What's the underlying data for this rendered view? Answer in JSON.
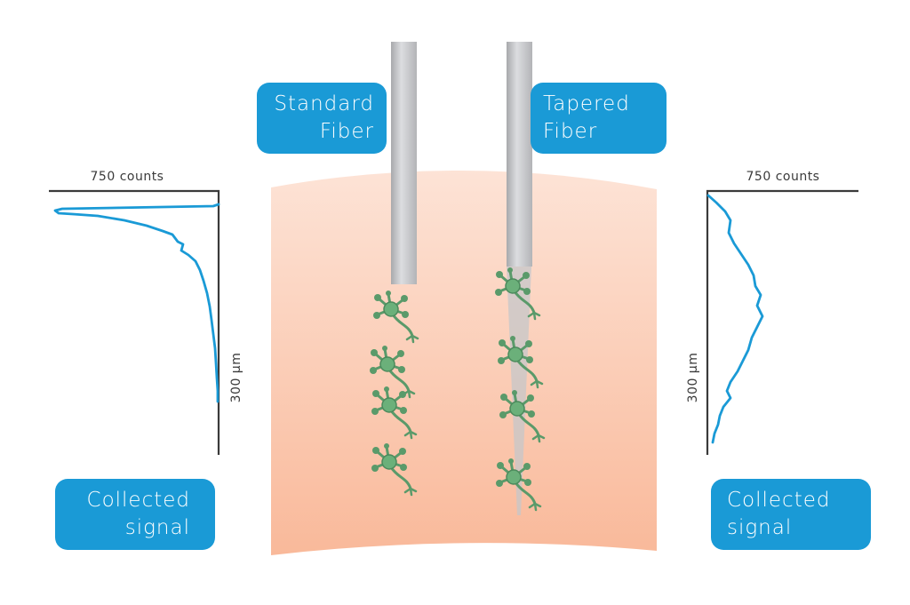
{
  "labels": {
    "standard_fiber": [
      "Standard",
      "Fiber"
    ],
    "tapered_fiber": [
      "Tapered",
      "Fiber"
    ],
    "collected_signal_left": [
      "Collected",
      "signal"
    ],
    "collected_signal_right": [
      "Collected",
      "signal"
    ]
  },
  "left_plot": {
    "top_label": "750 counts",
    "depth_label": "300 µm"
  },
  "right_plot": {
    "top_label": "750 counts",
    "depth_label": "300 µm"
  },
  "colors": {
    "accent": "#1a9ad6",
    "signal_line": "#1a9ad6",
    "axis": "#3a3a3a",
    "tissue_top": "#fde3d6",
    "tissue_bottom": "#f9b99a",
    "fiber": "#c0c1c4",
    "neuron": "#5a9a6a"
  },
  "icons": {
    "neuron": "neuron-cell-icon",
    "fiber": "optical-fiber-icon"
  }
}
